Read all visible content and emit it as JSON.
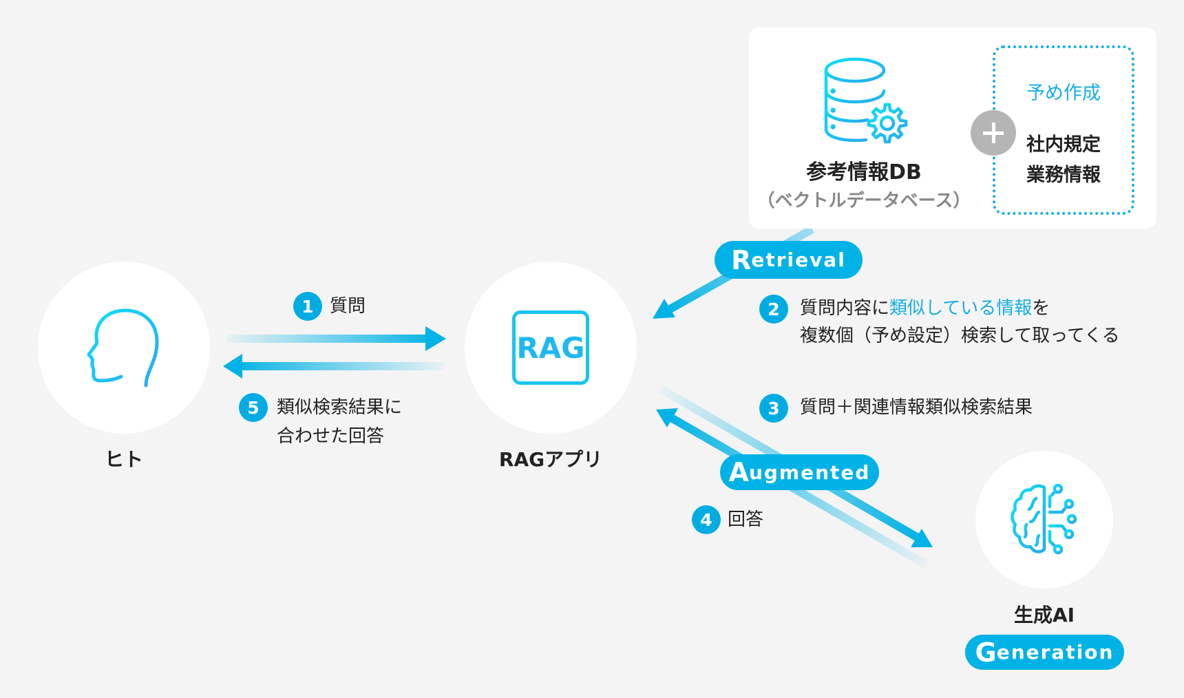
{
  "colors": {
    "background": "#f4f4f4",
    "accent": "#00b2e5",
    "accent_text": "#16aee3",
    "plus_gray": "#b5b5b5",
    "text": "#222222",
    "subtext": "#888888"
  },
  "nodes": {
    "human": {
      "label": "ヒト",
      "icon": "head-profile-icon"
    },
    "rag_app": {
      "label": "RAGアプリ",
      "icon_text": "RAG",
      "icon": "rag-box-icon"
    },
    "gen_ai": {
      "label": "生成AI",
      "icon": "brain-circuit-icon"
    },
    "reference_db": {
      "title": "参考情報DB",
      "subtitle": "（ベクトルデータベース）",
      "icon": "database-gear-icon"
    }
  },
  "prepared": {
    "heading": "予め作成",
    "lines": [
      "社内規定",
      "業務情報"
    ],
    "plus_icon": "plus-icon"
  },
  "phases": {
    "retrieval": {
      "cap": "R",
      "rest": "etrieval"
    },
    "augmented": {
      "cap": "A",
      "rest": "ugmented"
    },
    "generation": {
      "cap": "G",
      "rest": "eneration"
    }
  },
  "steps": [
    {
      "num": "1",
      "lines": [
        "質問"
      ]
    },
    {
      "num": "2",
      "line1_pre": "質問内容に",
      "line1_highlight": "類似している情報",
      "line1_post": "を",
      "line2": "複数個（予め設定）検索して取ってくる"
    },
    {
      "num": "3",
      "lines": [
        "質問＋関連情報類似検索結果"
      ]
    },
    {
      "num": "4",
      "lines": [
        "回答"
      ]
    },
    {
      "num": "5",
      "lines": [
        "類似検索結果に",
        "合わせた回答"
      ]
    }
  ]
}
